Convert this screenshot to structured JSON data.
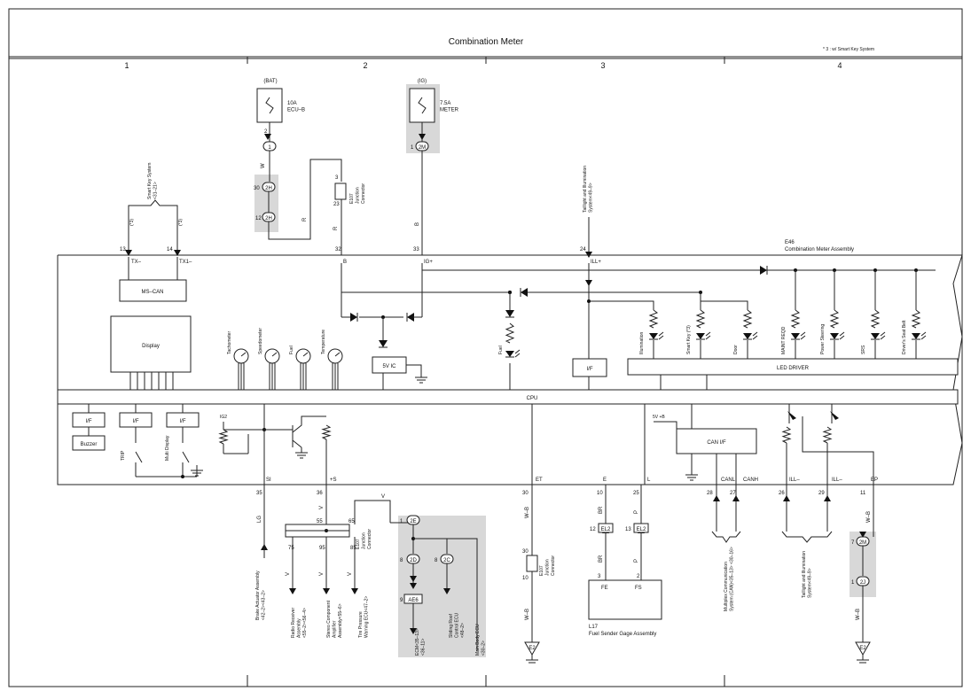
{
  "header": {
    "title": "Combination Meter",
    "note": "* 3 : w/ Smart Key System",
    "columns": [
      "1",
      "2",
      "3",
      "4"
    ]
  },
  "fuses": {
    "bat_label": "(BAT)",
    "bat_fuse": [
      "10A",
      "ECU–B"
    ],
    "ig_label": "(IG)",
    "ig_fuse": [
      "7.5A",
      "METER"
    ]
  },
  "connectors": {
    "c1": "1",
    "c2e": "2E",
    "c2h": "2H",
    "c2m": "2M",
    "c2j": "2J",
    "c2c": "2C",
    "c2d": "2D",
    "ae6": "AE6",
    "el2": "EL2",
    "e2": "E2"
  },
  "pins": {
    "p2": "2",
    "p30": "30",
    "p12": "12",
    "p3": "3",
    "p23": "23",
    "p1": "1",
    "p13": "13",
    "p14": "14",
    "p32": "32",
    "p33": "33",
    "p24": "24",
    "p35": "35",
    "p36": "36",
    "p55": "55",
    "p65": "65",
    "p75": "75",
    "p95": "95",
    "p85": "85",
    "p8a": "8",
    "p8b": "8",
    "p9": "9",
    "p1b": "1",
    "p30b": "30",
    "p30c": "30",
    "p10a": "10",
    "p10b": "10",
    "p25": "25",
    "p12b": "12",
    "p13b": "13",
    "p3b": "3",
    "p2b": "2",
    "p28": "28",
    "p27": "27",
    "p26": "26",
    "p29": "29",
    "p11": "11",
    "p7": "7",
    "p1c": "1"
  },
  "wires": {
    "w": "W",
    "r1": "R",
    "r2": "R",
    "b1": "B",
    "v1": "V",
    "v2": "V",
    "v3": "V",
    "v4": "V",
    "v5": "V",
    "lg": "LG",
    "wb1": "W–B",
    "wb2": "W–B",
    "br1": "BR",
    "br2": "BR",
    "p1": "P",
    "p2": "P",
    "wb3": "W–B",
    "wb4": "W–B",
    "star1": "(*3)",
    "star2": "(*3)"
  },
  "junction": {
    "e107": [
      "E107",
      "Junction",
      "Connector"
    ]
  },
  "meter": {
    "id": "E46",
    "name": "Combination Meter Assembly",
    "terminals": {
      "tx": "TX–",
      "tx1": "TX1–",
      "b": "B",
      "ig": "IG+",
      "ill": "ILL+",
      "si": "SI",
      "s": "+S",
      "et": "ET",
      "e": "E",
      "l": "L",
      "canl": "CANL",
      "canh": "CANH",
      "ill_minus1": "ILL–",
      "ill_minus2": "ILL–",
      "ep": "EP"
    },
    "blocks": {
      "mscan": "MS–CAN",
      "display": "Display",
      "cpu": "CPU",
      "fiveic": "5V IC",
      "iff": "I/F",
      "led": "LED DRIVER",
      "if1": "I/F",
      "if2": "I/F",
      "if3": "I/F",
      "buzzer": "Buzzer",
      "canif": "CAN I/F",
      "ig2": "IG2",
      "fivevb": "5V +B"
    },
    "gauges": [
      "Tachometer",
      "Speedometer",
      "Fuel",
      "Temperature"
    ],
    "indicators": [
      "Fuel",
      "Illumination",
      "Smart Key\n(*3)",
      "Door",
      "MAINT REQD",
      "Power\nSteering",
      "SRS",
      "Driver's\nSeat Belt"
    ],
    "switches": [
      "TRIP",
      "Multi\nDisplay"
    ]
  },
  "external": {
    "smart_key": [
      "Smart Key System",
      "<31–21>"
    ],
    "taillight_top": [
      "Taillight and Illumination",
      "System<49–9>"
    ],
    "brake": [
      "Brake Actuator Assembly",
      "<42–2><43–2>"
    ],
    "radio": [
      "Radio Receiver",
      "Assembly",
      "<55–2><56–4>"
    ],
    "stereo": [
      "Stereo Component",
      "Amplifier",
      "Assembly<55–6>"
    ],
    "tire": [
      "Tire Pressure",
      "Warning ECU<47–2>"
    ],
    "ecm": [
      "ECM<35–13>",
      "<36–11>"
    ],
    "sliding": [
      "Sliding Roof",
      "Control ECU",
      "<48–2>"
    ],
    "mainbody": [
      "Main Body ECU",
      "<30–2>"
    ],
    "fuel_sender_id": "L17",
    "fuel_sender": "Fuel Sender Gage Assembly",
    "fe": "FE",
    "fs": "FS",
    "multiplex": [
      "Multiplex Communication",
      "System (CAN)<35–13> <30–16>"
    ],
    "taillight_bot": [
      "Taillight and Illumination",
      "System<49–9>"
    ]
  }
}
